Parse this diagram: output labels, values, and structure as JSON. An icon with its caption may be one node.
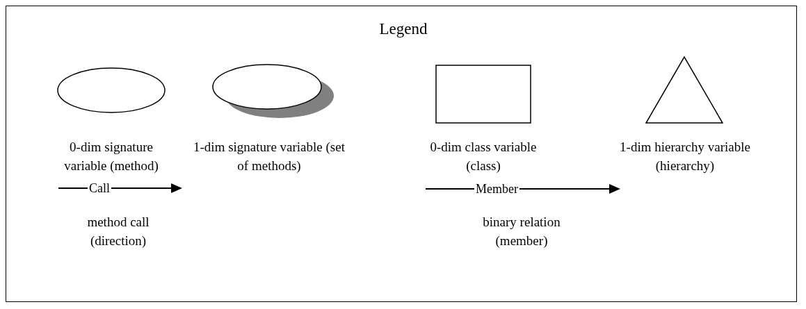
{
  "diagram": {
    "title": "Legend",
    "labels": [
      "Call",
      "Member"
    ],
    "legend": [
      {
        "text": "0-dim signature variable (method)"
      },
      {
        "text": "1-dim signature variable (set of methods)"
      },
      {
        "text": "0-dim class variable (class)"
      },
      {
        "text": "1-dim hierarchy variable (hierarchy)"
      },
      {
        "text": "method call (direction)"
      },
      {
        "text": "binary relation (member)"
      }
    ]
  }
}
